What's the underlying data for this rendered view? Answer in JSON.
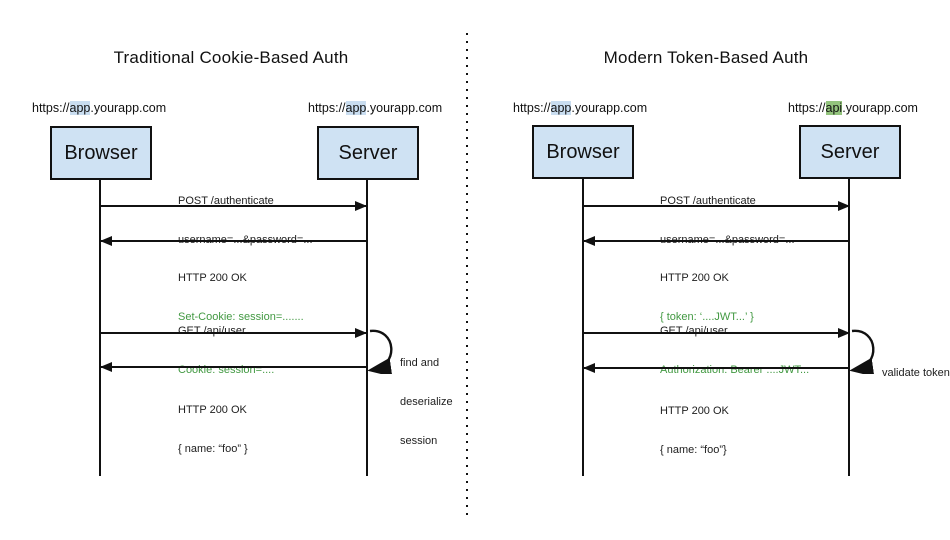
{
  "colors": {
    "box_fill": "#cfe2f3",
    "box_border": "#111111",
    "url_highlight_blue": "#c9ddf0",
    "url_highlight_green": "#93c47d",
    "header_text_green": "#429942",
    "line_color": "#111111"
  },
  "panels": [
    {
      "title": "Traditional Cookie-Based Auth",
      "actors": [
        {
          "url_prefix": "https://",
          "url_highlight": "app",
          "url_suffix": ".yourapp.com",
          "name": "Browser"
        },
        {
          "url_prefix": "https://",
          "url_highlight": "app",
          "url_suffix": ".yourapp.com",
          "name": "Server"
        }
      ],
      "messages": [
        {
          "direction": "right",
          "line1": "POST /authenticate",
          "line2": "username=...&password=..."
        },
        {
          "direction": "left",
          "line1": "HTTP 200 OK",
          "line2": "Set-Cookie: session=......."
        },
        {
          "direction": "right",
          "line1": "GET /api/user",
          "line2": "Cookie: session=...."
        },
        {
          "direction": "left",
          "line1": "HTTP 200 OK",
          "line2": "{ name: “foo” }"
        }
      ],
      "self_action": [
        "find and",
        "deserialize",
        "session"
      ]
    },
    {
      "title": "Modern Token-Based Auth",
      "actors": [
        {
          "url_prefix": "https://",
          "url_highlight": "app",
          "url_suffix": ".yourapp.com",
          "name": "Browser"
        },
        {
          "url_prefix": "https://",
          "url_highlight": "api",
          "url_suffix": ".yourapp.com",
          "name": "Server"
        }
      ],
      "messages": [
        {
          "direction": "right",
          "line1": "POST /authenticate",
          "line2": "username=...&password=..."
        },
        {
          "direction": "left",
          "line1": "HTTP 200 OK",
          "line2": "{ token: ‘....JWT...’ }"
        },
        {
          "direction": "right",
          "line1": "GET /api/user",
          "line2": "Authorization: Bearer ....JWT..."
        },
        {
          "direction": "left",
          "line1": "HTTP 200 OK",
          "line2": "{ name: “foo”}"
        }
      ],
      "self_action": [
        "validate token"
      ]
    }
  ]
}
